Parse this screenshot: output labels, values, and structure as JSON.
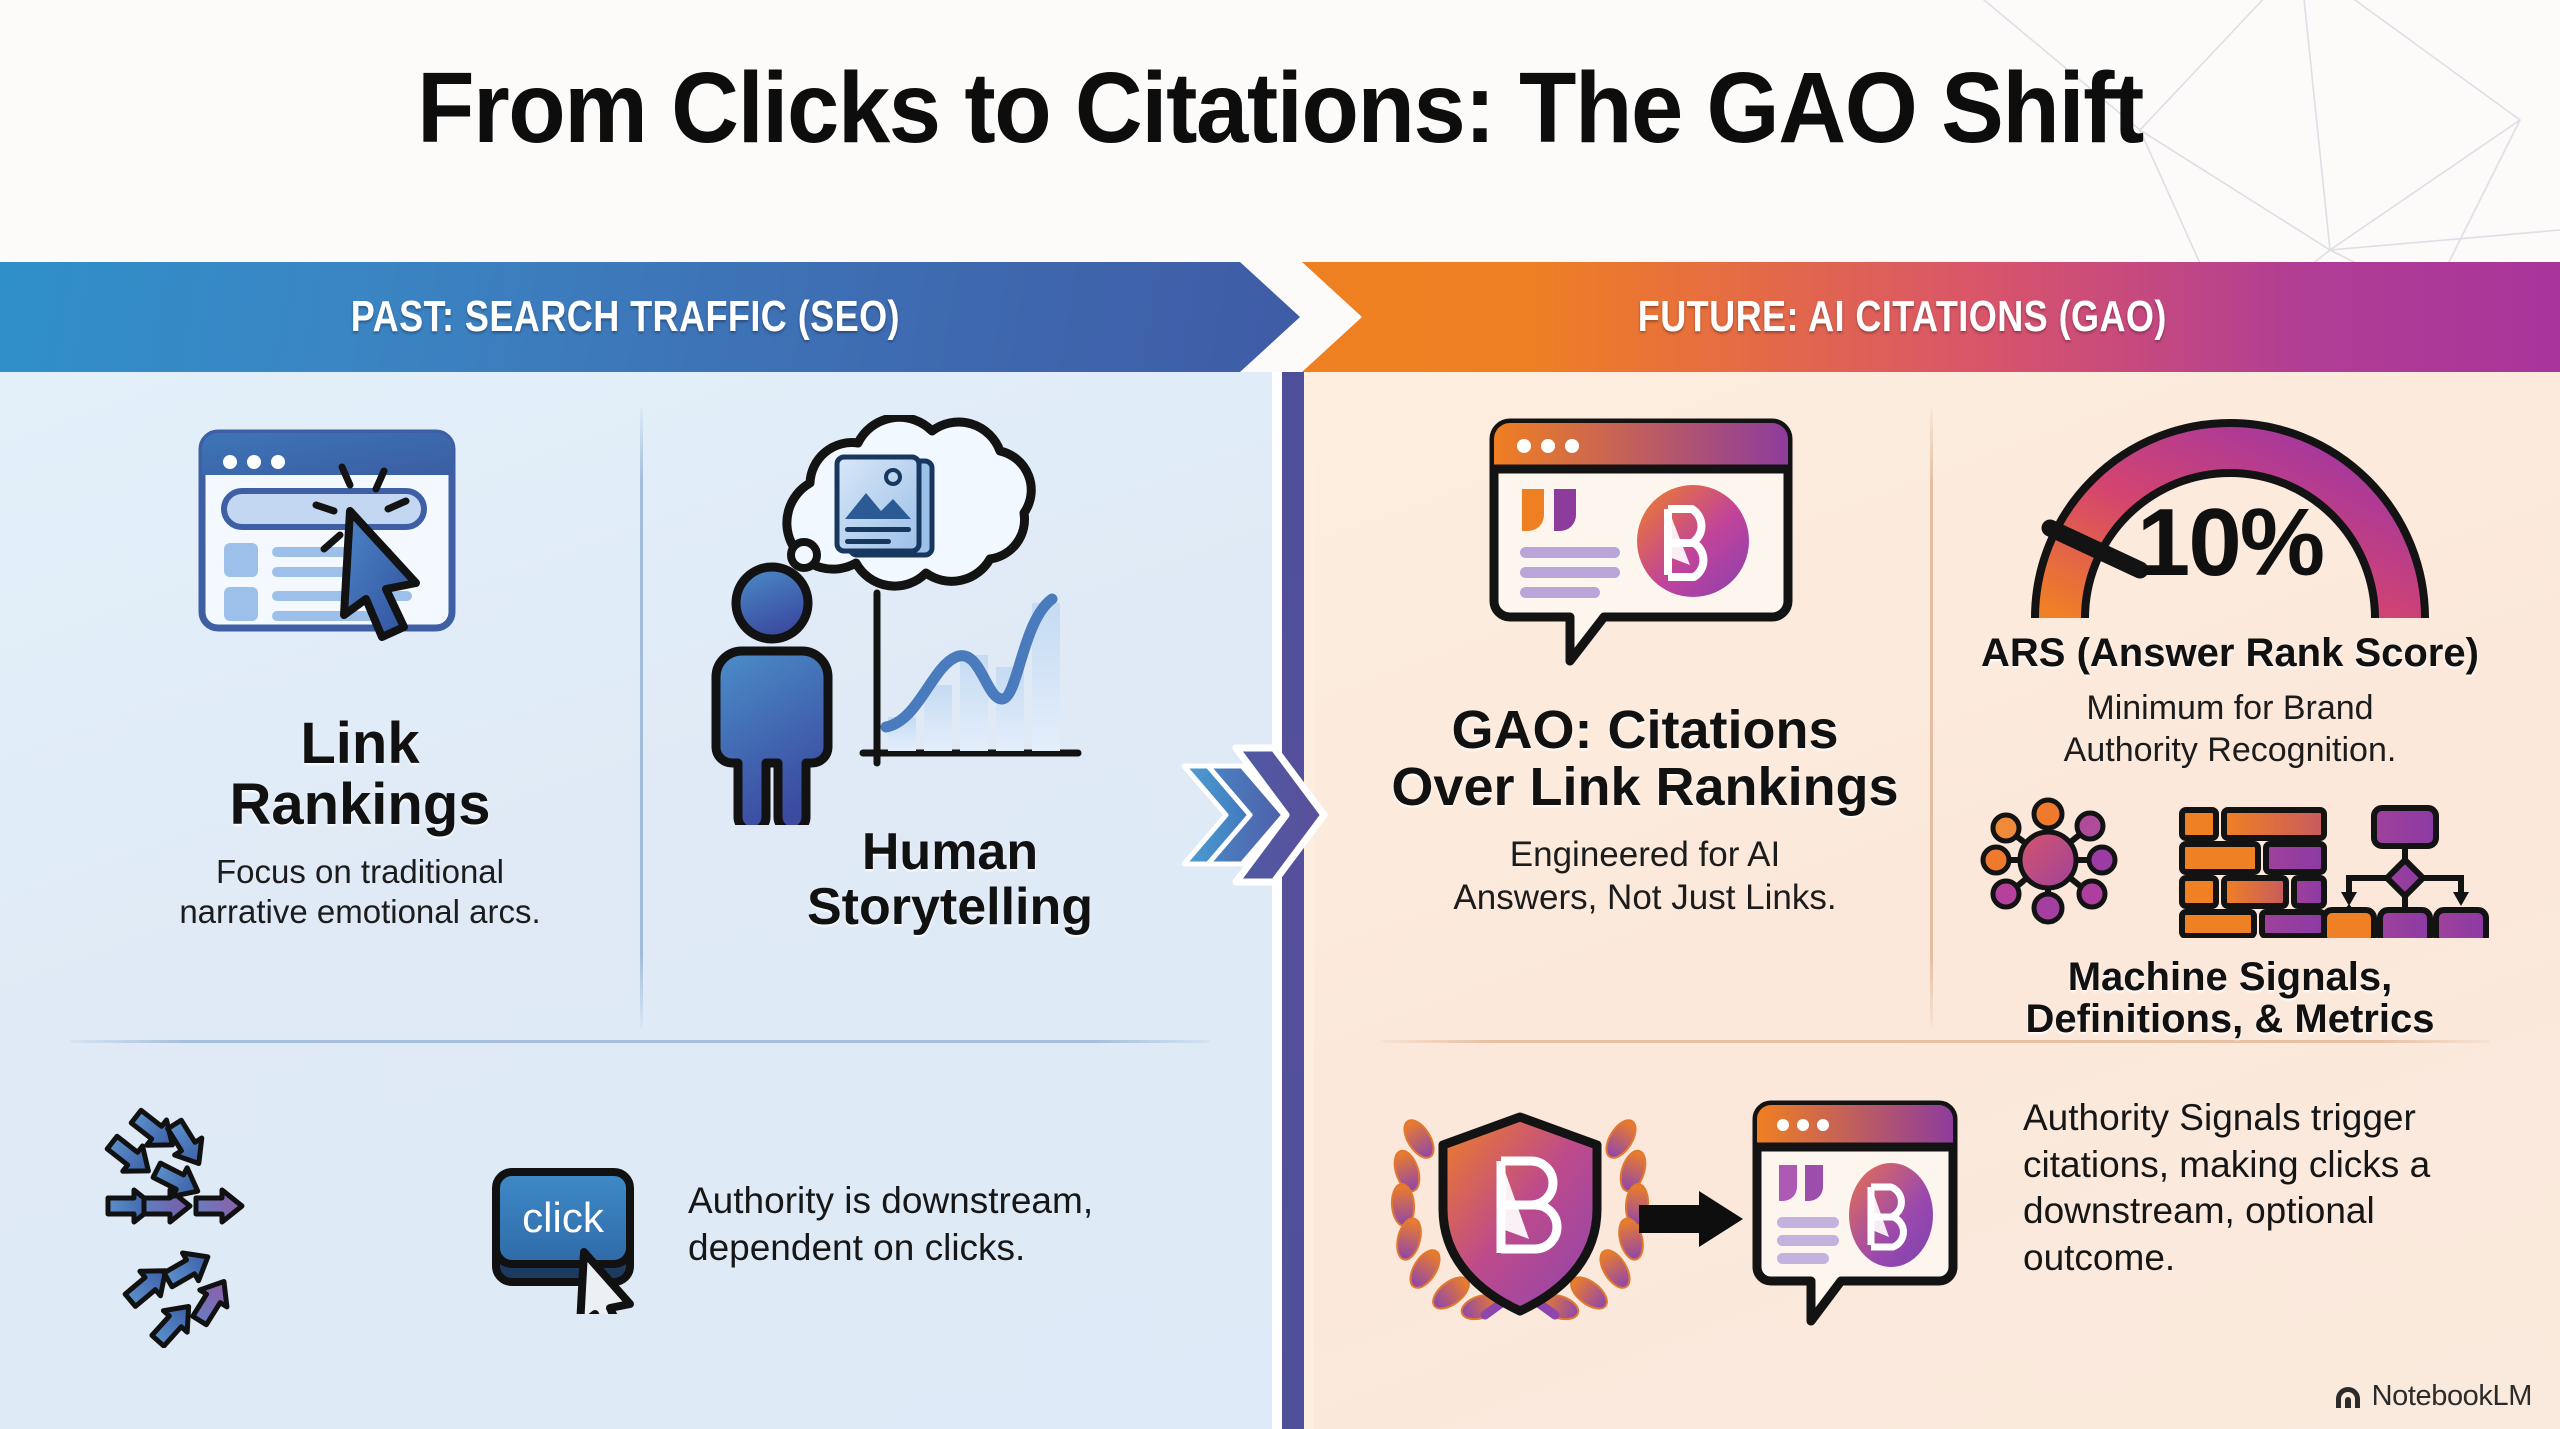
{
  "title": "From Clicks to Citations: The GAO Shift",
  "bands": {
    "left": "PAST: SEARCH TRAFFIC (SEO)",
    "right": "FUTURE: AI CITATIONS (GAO)"
  },
  "left_panel": {
    "cell_link_rankings": {
      "icon": "browser-window-cursor-click-icon",
      "title_line1": "Link",
      "title_line2": "Rankings",
      "sub_line1": "Focus on traditional",
      "sub_line2": "narrative emotional arcs."
    },
    "cell_human_storytelling": {
      "icon": "person-thought-bubble-chart-icon",
      "title_line1": "Human",
      "title_line2": "Storytelling"
    },
    "cell_click_flow": {
      "icon": "many-arrows-converging-icon",
      "button_label": "click",
      "caption_line1": "Authority is downstream,",
      "caption_line2": "dependent on clicks."
    }
  },
  "right_panel": {
    "cell_gao_citations": {
      "icon": "citation-speech-bubble-icon",
      "title_line1": "GAO: Citations",
      "title_line2": "Over Link Rankings",
      "sub_line1": "Engineered for AI",
      "sub_line2": "Answers, Not Just Links."
    },
    "cell_ars_gauge": {
      "icon": "gauge-meter-icon",
      "value": "10%",
      "label": "ARS (Answer Rank Score)",
      "sub_line1": "Minimum for Brand",
      "sub_line2": "Authority Recognition."
    },
    "cell_machine_signals": {
      "icons": [
        "node-network-icon",
        "schema-blocks-icon",
        "flowchart-icon"
      ],
      "title_line1": "Machine Signals,",
      "title_line2": "Definitions, & Metrics"
    },
    "cell_authority_signals": {
      "icons": [
        "laurel-shield-badge-icon",
        "arrow-right-icon",
        "citation-card-icon"
      ],
      "caption_line1": "Authority Signals trigger",
      "caption_line2": "citations, making clicks a",
      "caption_line3": "downstream, optional",
      "caption_line4": "outcome."
    }
  },
  "watermark": {
    "icon": "notebooklm-logo-icon",
    "text": "NotebookLM"
  },
  "colors": {
    "seo_blue_start": "#2f8fc9",
    "seo_blue_end": "#3f5ba6",
    "gao_orange": "#ef8022",
    "gao_magenta": "#a8359a",
    "left_panel_bg": "#e0ecf8",
    "right_panel_bg": "#fbe9db",
    "seam_purple": "#4d4f9a"
  }
}
